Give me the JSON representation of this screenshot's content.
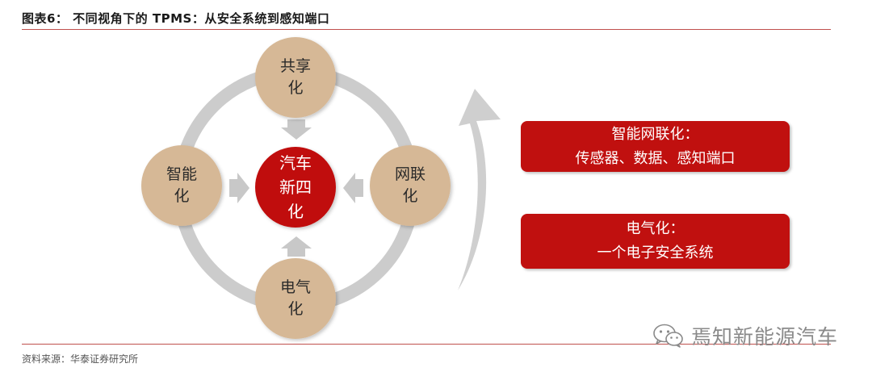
{
  "figure": {
    "title": "图表6：  不同视角下的 TPMS：从安全系统到感知端口",
    "source": "资料来源：华泰证券研究所",
    "watermark": "焉知新能源汽车"
  },
  "nodes": {
    "top": "共享\n化",
    "left": "智能\n化",
    "right": "网联\n化",
    "bottom": "电气\n化",
    "center": "汽车\n新四\n化"
  },
  "boxes": {
    "upper": {
      "line1": "智能网联化：",
      "line2": "传感器、数据、感知端口"
    },
    "lower": {
      "line1": "电气化：",
      "line2": "一个电子安全系统"
    }
  },
  "colors": {
    "node_fill": "#d6b896",
    "center_fill": "#c0100f",
    "box_fill": "#c0100f",
    "ring": "#c8c8c8",
    "arrow": "#c8c8c8",
    "rule": "#c0504d"
  },
  "icons": [
    "wechat-logo-icon"
  ]
}
